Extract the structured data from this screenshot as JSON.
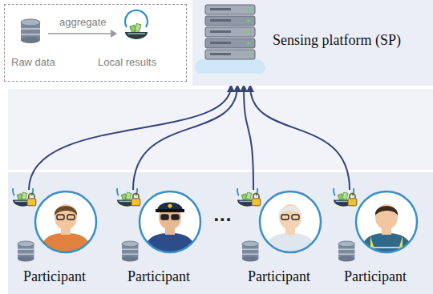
{
  "diagram": {
    "nodes": [
      {
        "text": [
          "Raw data",
          "aggregate",
          "Local results"
        ]
      },
      {
        "text": [
          "Sensing platform (SP)"
        ]
      },
      {
        "text": [
          "Participant"
        ]
      },
      {
        "text": [
          "Participant"
        ]
      },
      {
        "text": [
          "Participant"
        ]
      },
      {
        "text": [
          "Participant"
        ]
      }
    ],
    "edges": [
      {
        "from": 2,
        "to": 1,
        "arrow": "to"
      },
      {
        "from": 3,
        "to": 1,
        "arrow": "to"
      },
      {
        "from": 4,
        "to": 1,
        "arrow": "to"
      },
      {
        "from": 5,
        "to": 1,
        "arrow": "to"
      }
    ],
    "labels": [
      "···"
    ]
  }
}
